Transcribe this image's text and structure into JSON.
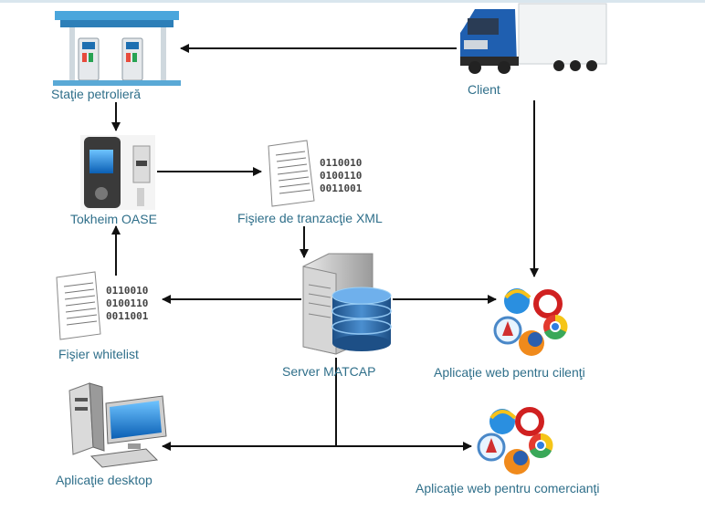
{
  "nodes": {
    "gas_station": {
      "label": "Staţie petrolieră"
    },
    "client": {
      "label": "Client"
    },
    "tokheim": {
      "label": "Tokheim OASE"
    },
    "xml_files": {
      "label": "Fişiere de tranzacţie XML"
    },
    "whitelist": {
      "label": "Fişier whitelist"
    },
    "server": {
      "label": "Server MATCAP"
    },
    "web_clients": {
      "label": "Aplicaţie web pentru cilenţi"
    },
    "desktop": {
      "label": "Aplicaţie desktop"
    },
    "web_merchants": {
      "label": "Aplicaţie web pentru comercianţi"
    }
  },
  "colors": {
    "label": "#2f6f8a",
    "arrow": "#111111"
  },
  "icons": {
    "gas_station": "gas-station-icon",
    "client": "truck-icon",
    "tokheim": "fuel-terminal-icon",
    "xml_files": "document-barcode-icon",
    "whitelist": "document-barcode-icon",
    "server": "server-database-icon",
    "web_clients": "browsers-icon",
    "desktop": "desktop-computer-icon",
    "web_merchants": "browsers-icon"
  }
}
